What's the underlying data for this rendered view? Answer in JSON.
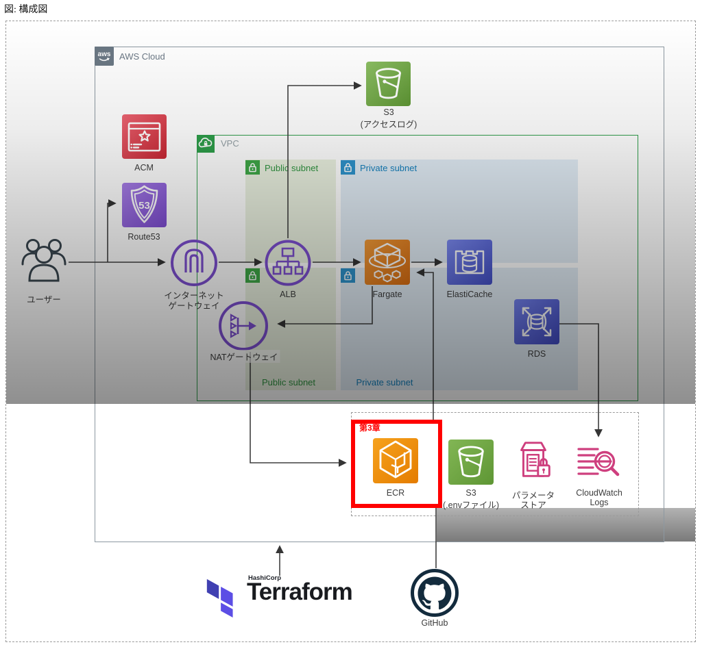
{
  "figure": {
    "caption": "図: 構成図"
  },
  "aws_cloud": {
    "label": "AWS Cloud",
    "logo_text": "aws"
  },
  "vpc": {
    "label": "VPC"
  },
  "subnets": {
    "public_top": {
      "label": "Public subnet"
    },
    "private_top": {
      "label": "Private subnet"
    },
    "public_bottom": {
      "label": "Public subnet"
    },
    "private_bottom": {
      "label": "Private subnet"
    }
  },
  "nodes": {
    "user": {
      "label": "ユーザー"
    },
    "acm": {
      "label": "ACM"
    },
    "route53": {
      "label": "Route53",
      "glyph_text": "53"
    },
    "s3_access_log": {
      "label": "S3",
      "sublabel": "(アクセスログ)"
    },
    "internet_gateway": {
      "label_line1": "インターネット",
      "label_line2": "ゲートウェイ"
    },
    "alb": {
      "label": "ALB"
    },
    "nat_gateway": {
      "label": "NATゲートウェイ"
    },
    "fargate": {
      "label": "Fargate"
    },
    "elasticache": {
      "label": "ElastiCache"
    },
    "rds": {
      "label": "RDS"
    },
    "ecr": {
      "label": "ECR",
      "highlight": "第3章"
    },
    "s3_env": {
      "label": "S3",
      "sublabel": "(.envファイル)"
    },
    "parameter_store": {
      "label_line1": "パラメータ",
      "label_line2": "ストア"
    },
    "cloudwatch_logs": {
      "label_line1": "CloudWatch",
      "label_line2": "Logs"
    },
    "terraform": {
      "brand": "HashiCorp",
      "label": "Terraform"
    },
    "github": {
      "label": "GitHub"
    }
  },
  "colors": {
    "highlight_red": "#FF0000",
    "vpc_green": "#2E9E4A",
    "public_subnet_green": "#2F9440",
    "private_subnet_blue": "#1581BE",
    "acm_red": "#D1333F",
    "networking_purple": "#7D4FD1",
    "storage_green": "#5E9634",
    "compute_orange": "#DB6E12",
    "database_blue": "#4450C8",
    "ops_pink": "#CE3F7E",
    "github_navy": "#132B3D",
    "terraform_purple_dark": "#4040B2",
    "terraform_purple": "#5C4EE5",
    "edge_gray": "#3F3F3F"
  }
}
